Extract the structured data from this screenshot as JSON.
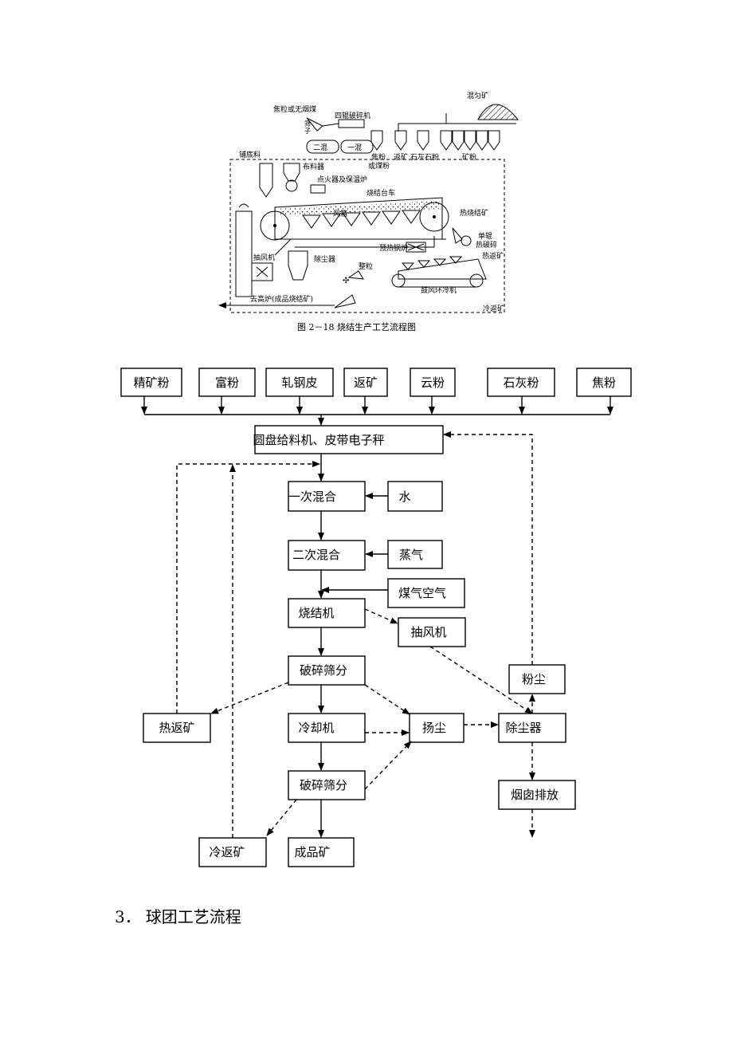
{
  "diagram_labels": {
    "coke": "焦粒或无烟煤",
    "roll4": "四辊破碎机",
    "screen": "筛子",
    "mix_ore": "混匀矿",
    "bedding": "铺底料",
    "mix2": "二混",
    "mix1": "一混",
    "coke_fines": "焦粉",
    "coal_fines": "或煤粉",
    "return_fines": "返矿",
    "limestone": "石灰石粉",
    "ore_fines": "矿粉",
    "feeder": "布料器",
    "igniter": "点火器及保温炉",
    "sinter_car": "烧结台车",
    "windbox": "风箱",
    "hot_sinter": "热烧结矿",
    "single_roll": "单辊",
    "hot_crush": "热破碎",
    "preheat": "预热锅炉",
    "hot_return": "热返矿",
    "fan": "抽风机",
    "dust": "除尘器",
    "screening": "整粒",
    "cooler": "鼓风环冷机",
    "to_bf": "去高炉(成品烧结矿)",
    "cold_return": "冷返矿",
    "caption": "图 2－18  烧结生产工艺流程图"
  },
  "flowchart": {
    "inputs": [
      "精矿粉",
      "富粉",
      "轧钢皮",
      "返矿",
      "云粉",
      "石灰粉",
      "焦粉"
    ],
    "feeder": "圆盘给料机、皮带电子秤",
    "mix1": "一次混合",
    "water": "水",
    "mix2": "二次混合",
    "steam": "蒸气",
    "gas": "煤气空气",
    "sinter": "烧结机",
    "exhaust": "抽风机",
    "crush1": "破碎筛分",
    "dust_out": "粉尘",
    "hot_return": "热返矿",
    "cooler": "冷却机",
    "fugitive": "扬尘",
    "collector": "除尘器",
    "crush2": "破碎筛分",
    "chimney": "烟囱排放",
    "cold_return": "冷返矿",
    "product": "成品矿"
  },
  "section": {
    "number": "3．",
    "title": "球团工艺流程"
  }
}
